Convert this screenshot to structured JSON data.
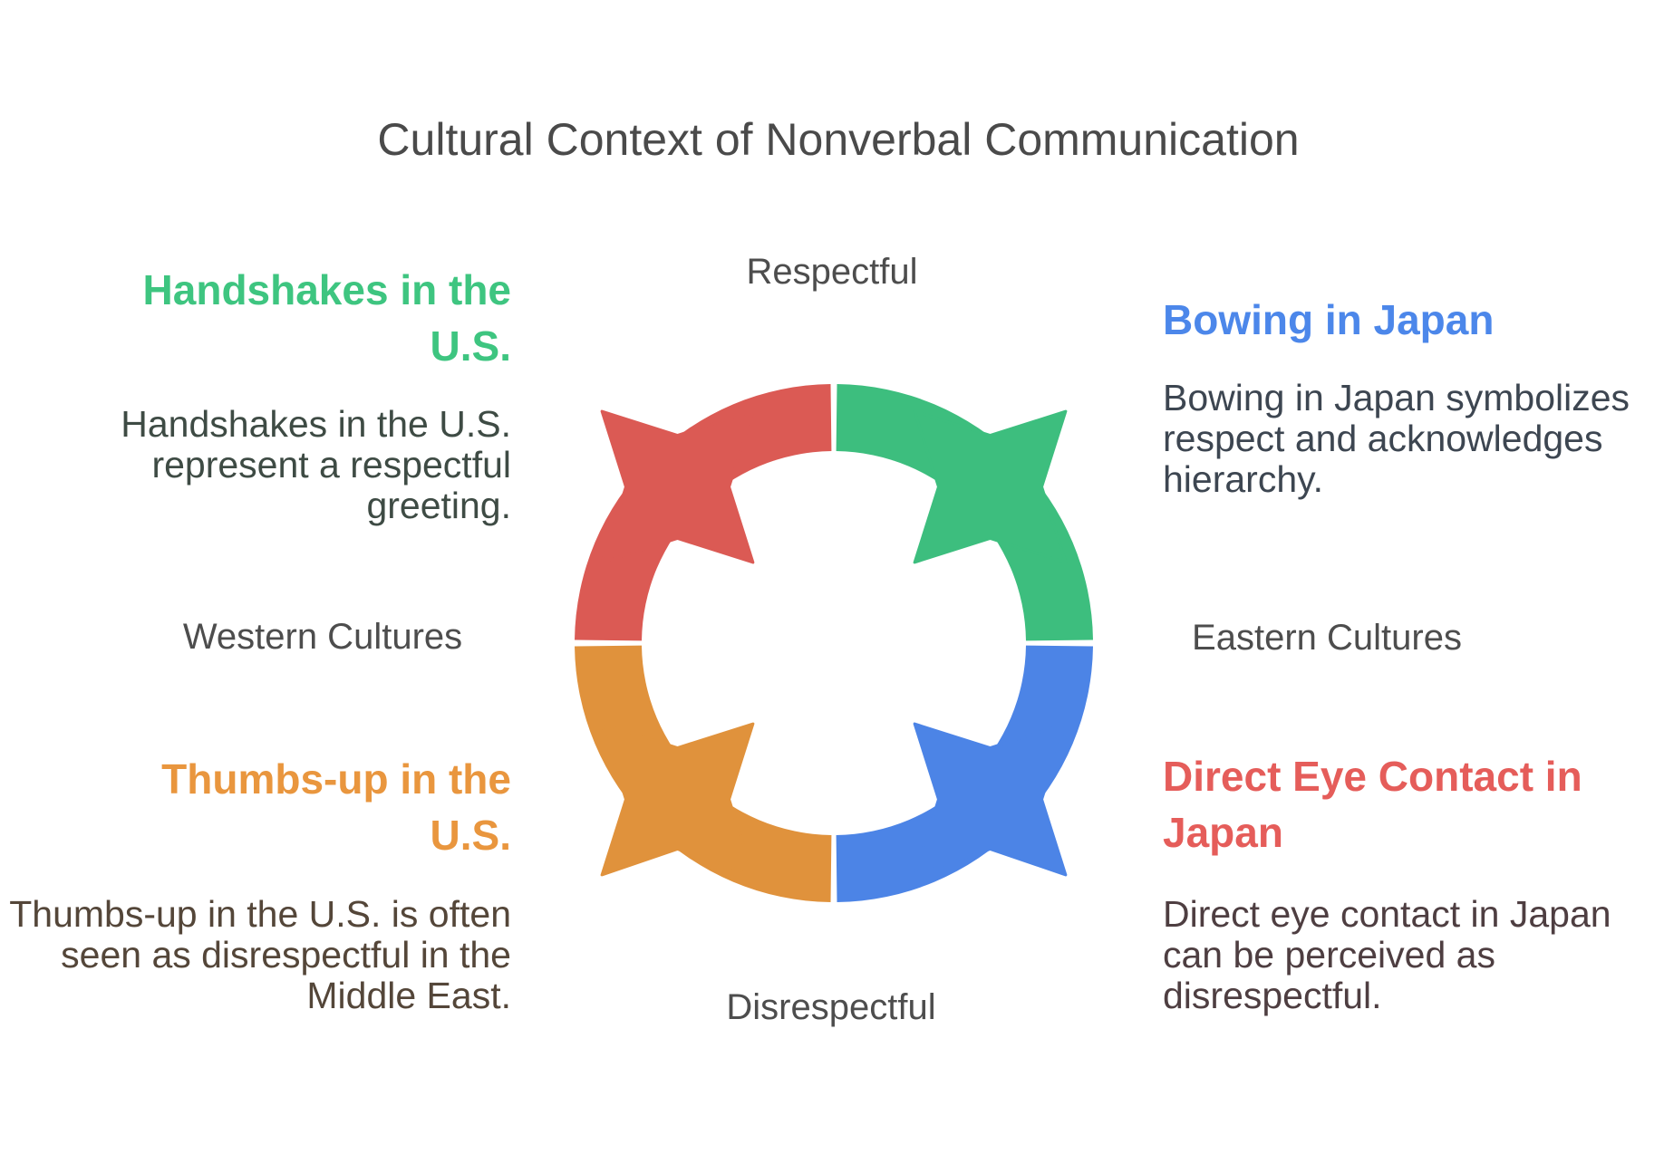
{
  "title": "Cultural Context of Nonverbal Communication",
  "palette": {
    "arc_red": "#DB5A54",
    "arc_green": "#3DBE7E",
    "arc_blue": "#4C84E6",
    "arc_orange": "#E0923C",
    "head_green": "#3EC580",
    "head_blue": "#4C87EA",
    "head_orange": "#E9963E",
    "head_red": "#E55D5A",
    "label_gray": "#4D4D4D",
    "body_green_gray": "#3E4B44",
    "body_blue_gray": "#3D4651",
    "body_brown_gray": "#544639",
    "body_red_gray": "#4E3E41"
  },
  "cycle": {
    "labels": {
      "top": "Respectful",
      "right": "Eastern Cultures",
      "bottom": "Disrespectful",
      "left": "Western Cultures"
    },
    "segments": [
      {
        "position": "top-left",
        "color": "red"
      },
      {
        "position": "top-right",
        "color": "green"
      },
      {
        "position": "bottom-right",
        "color": "blue"
      },
      {
        "position": "bottom-left",
        "color": "orange"
      }
    ]
  },
  "cards": {
    "top_left": {
      "heading_lines": [
        "Handshakes in the",
        "U.S."
      ],
      "body_lines": [
        "Handshakes in the U.S.",
        "represent a respectful",
        "greeting."
      ]
    },
    "top_right": {
      "heading_lines": [
        "Bowing in Japan"
      ],
      "body_lines": [
        "Bowing in Japan symbolizes",
        "respect and acknowledges",
        "hierarchy."
      ]
    },
    "bottom_left": {
      "heading_lines": [
        "Thumbs-up in the",
        "U.S."
      ],
      "body_lines": [
        "Thumbs-up in the U.S. is often",
        "seen as disrespectful in the",
        "Middle East."
      ]
    },
    "bottom_right": {
      "heading_lines": [
        "Direct Eye Contact in",
        "Japan"
      ],
      "body_lines": [
        "Direct eye contact in Japan",
        "can be perceived as",
        "disrespectful."
      ]
    }
  }
}
